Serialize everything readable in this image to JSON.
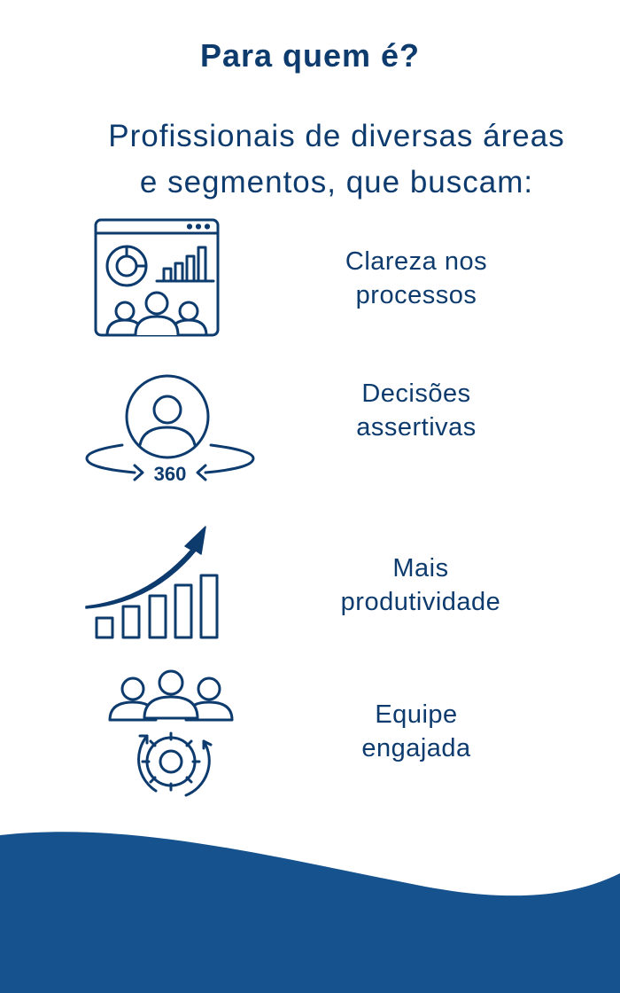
{
  "header": {
    "title": "Para quem é?",
    "subtitle_line1": "Profissionais de diversas áreas",
    "subtitle_line2": "e segmentos, que buscam:"
  },
  "items": [
    {
      "icon": "dashboard-team-icon",
      "line1": "Clareza nos",
      "line2": "processos"
    },
    {
      "icon": "person-360-icon",
      "line1": "Decisões",
      "line2": "assertivas",
      "badge": "360"
    },
    {
      "icon": "growth-chart-icon",
      "line1": "Mais",
      "line2": "produtividade"
    },
    {
      "icon": "team-gear-icon",
      "line1": "Equipe",
      "line2": "engajada"
    }
  ],
  "colors": {
    "primary": "#0d3b6e",
    "wave": "#15528e",
    "background": "#ffffff"
  }
}
